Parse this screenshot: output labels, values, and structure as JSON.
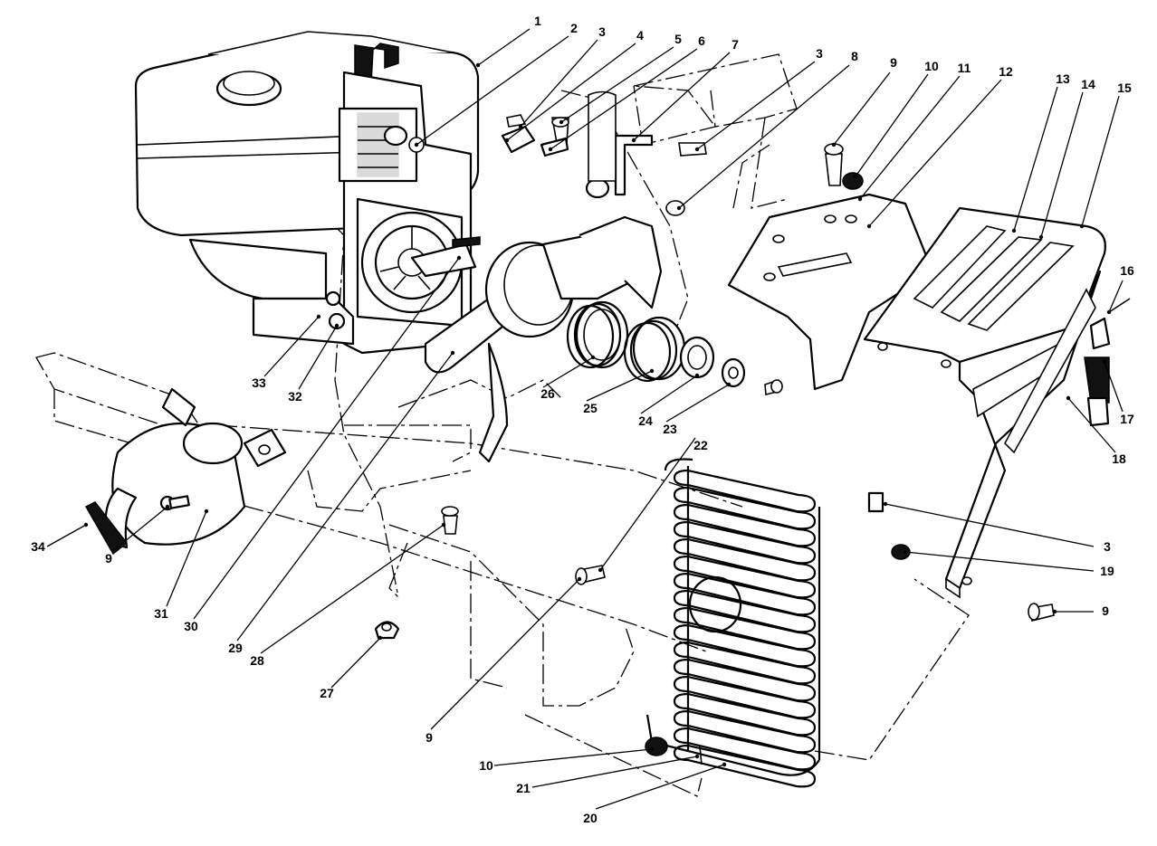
{
  "callouts": {
    "c1": "1",
    "c2": "2",
    "c3a": "3",
    "c4": "4",
    "c5": "5",
    "c6": "6",
    "c7": "7",
    "c3b": "3",
    "c8": "8",
    "c9a": "9",
    "c10a": "10",
    "c11": "11",
    "c12": "12",
    "c13": "13",
    "c14": "14",
    "c15": "15",
    "c16": "16",
    "c17": "17",
    "c18": "18",
    "c3c": "3",
    "c19": "19",
    "c9b": "9",
    "c22": "22",
    "c23": "23",
    "c24": "24",
    "c25": "25",
    "c26": "26",
    "c33": "33",
    "c32": "32",
    "c34": "34",
    "c9c": "9",
    "c31": "31",
    "c30": "30",
    "c29": "29",
    "c28": "28",
    "c27": "27",
    "c9d": "9",
    "c10b": "10",
    "c21": "21",
    "c20": "20"
  }
}
